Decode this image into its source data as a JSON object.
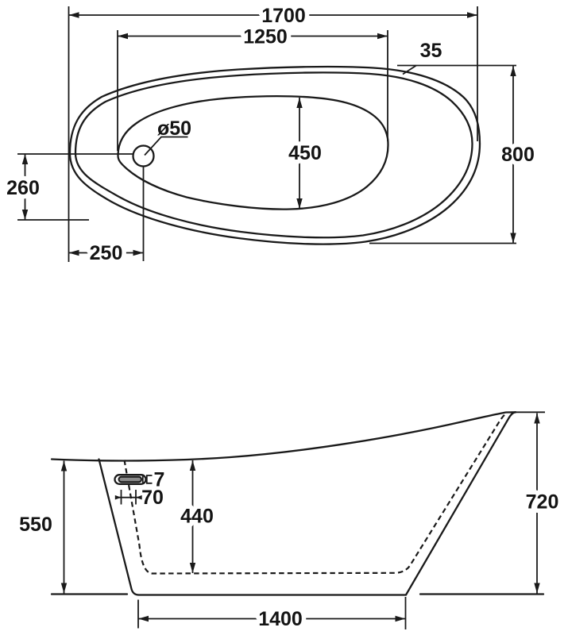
{
  "drawing": {
    "kind": "bathtub technical dimension drawing",
    "unit": "mm",
    "top_view": {
      "labels": {
        "overall_length": "1700",
        "inner_length": "1250",
        "rim_width": "35",
        "overall_width": "800",
        "inner_width": "450",
        "drain_diameter": "ø50",
        "drain_offset_side": "260",
        "drain_offset_end": "250"
      }
    },
    "side_view": {
      "labels": {
        "overflow_slot": "7",
        "overflow_offset": "70",
        "inner_depth": "440",
        "front_height": "550",
        "back_height": "720",
        "base_length": "1400"
      }
    }
  }
}
